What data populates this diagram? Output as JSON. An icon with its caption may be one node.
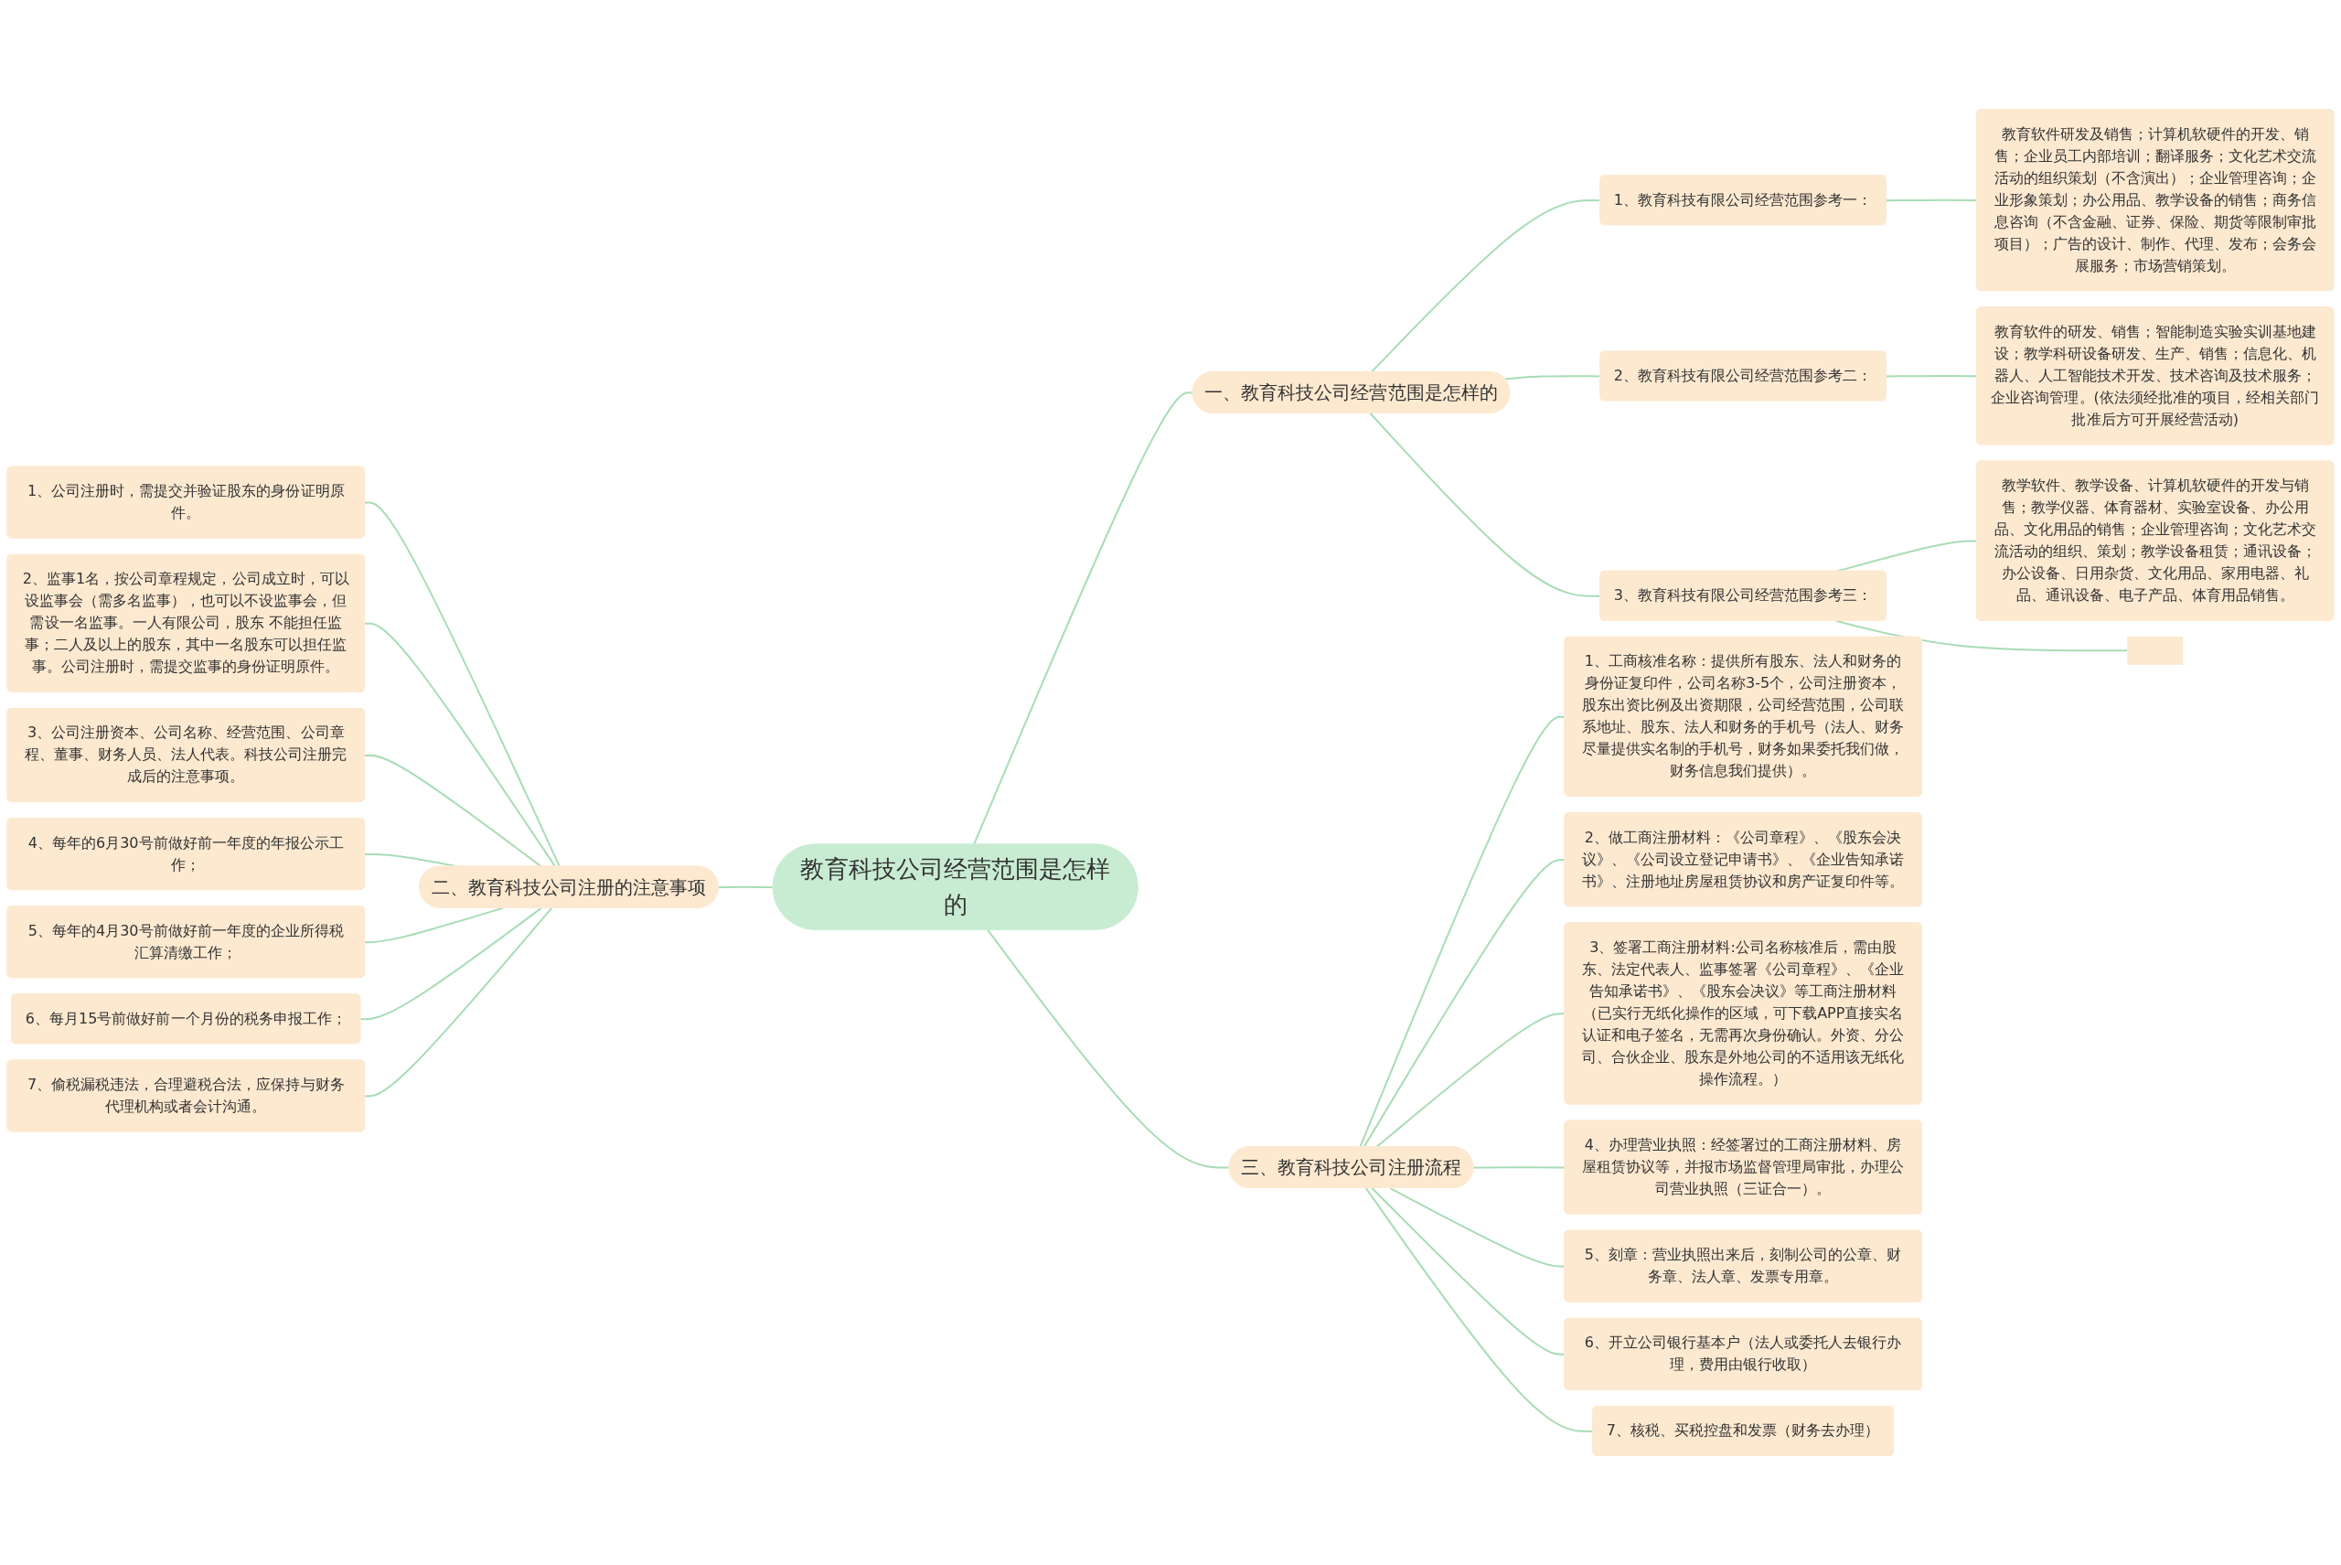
{
  "diagram": {
    "nodes": [
      {
        "text": [
          "教育科技公司经营范围是怎样的"
        ]
      },
      {
        "text": [
          "一、教育科技公司经营范围是怎样的"
        ]
      },
      {
        "text": [
          "1、教育科技有限公司经营范围参考一："
        ]
      },
      {
        "text": [
          "教育软件研发及销售；计算机软硬件的开发、销售；企业员工内部培训；翻译服务；文化艺术交流活动的组织策划（不含演出）；企业管理咨询；企业形象策划；办公用品、教学设备的销售；商务信息咨询（不含金融、证券、保险、期货等限制审批项目）；广告的设计、制作、代理、发布；会务会展服务；市场营销策划。"
        ]
      },
      {
        "text": [
          "2、教育科技有限公司经营范围参考二："
        ]
      },
      {
        "text": [
          "教育软件的研发、销售；智能制造实验实训基地建设；教学科研设备研发、生产、销售；信息化、机器人、人工智能技术开发、技术咨询及技术服务；企业咨询管理。(依法须经批准的项目，经相关部门批准后方可开展经营活动)"
        ]
      },
      {
        "text": [
          "3、教育科技有限公司经营范围参考三："
        ]
      },
      {
        "text": [
          "教学软件、教学设备、计算机软硬件的开发与销售；教学仪器、体育器材、实验室设备、办公用品、文化用品的销售；企业管理咨询；文化艺术交流活动的组织、策划；教学设备租赁；通讯设备；办公设备、日用杂货、文化用品、家用电器、礼品、通讯设备、电子产品、体育用品销售。"
        ]
      },
      {
        "text": [],
        "shape": "box"
      },
      {
        "text": [
          "二、教育科技公司注册的注意事项"
        ]
      },
      {
        "text": [
          "1、公司注册时，需提交并验证股东的身份证明原件。"
        ]
      },
      {
        "text": [
          "2、监事1名，按公司章程规定，公司成立时，可以设监事会（需多名监事），也可以不设监事会，但需设一名监事。一人有限公司，股东 不能担任监事；二人及以上的股东，其中一名股东可以担任监事。公司注册时，需提交监事的身份证明原件。"
        ]
      },
      {
        "text": [
          "3、公司注册资本、公司名称、经营范围、公司章程、董事、财务人员、法人代表。科技公司注册完成后的注意事项。"
        ]
      },
      {
        "text": [
          "4、每年的6月30号前做好前一年度的年报公示工作；"
        ]
      },
      {
        "text": [
          "5、每年的4月30号前做好前一年度的企业所得税汇算清缴工作；"
        ]
      },
      {
        "text": [
          "6、每月15号前做好前一个月份的税务申报工作；"
        ]
      },
      {
        "text": [
          "7、偷税漏税违法，合理避税合法，应保持与财务代理机构或者会计沟通。"
        ]
      },
      {
        "text": [
          "三、教育科技公司注册流程"
        ]
      },
      {
        "text": [
          "1、工商核准名称：提供所有股东、法人和财务的身份证复印件，公司名称3-5个，公司注册资本，股东出资比例及出资期限，公司经营范围，公司联系地址、股东、法人和财务的手机号（法人、财务尽量提供实名制的手机号，财务如果委托我们做，财务信息我们提供）。"
        ]
      },
      {
        "text": [
          "2、做工商注册材料：《公司章程》、《股东会决议》、《公司设立登记申请书》、《企业告知承诺书》、注册地址房屋租赁协议和房产证复印件等。"
        ]
      },
      {
        "text": [
          "3、签署工商注册材料:公司名称核准后，需由股东、法定代表人、监事签署《公司章程》、《企业告知承诺书》、《股东会决议》等工商注册材料（已实行无纸化操作的区域，可下载APP直接实名认证和电子签名，无需再次身份确认。外资、分公司、合伙企业、股东是外地公司的不适用该无纸化操作流程。）"
        ]
      },
      {
        "text": [
          "4、办理营业执照：经签署过的工商注册材料、房屋租赁协议等，并报市场监督管理局审批，办理公司营业执照（三证合一）。"
        ]
      },
      {
        "text": [
          "5、刻章：营业执照出来后，刻制公司的公章、财务章、法人章、发票专用章。"
        ]
      },
      {
        "text": [
          "6、开立公司银行基本户（法人或委托人去银行办理，费用由银行收取）"
        ]
      },
      {
        "text": [
          "7、核税、买税控盘和发票（财务去办理）"
        ]
      }
    ],
    "edges": [
      {
        "from": 0,
        "to": 1,
        "arrow": "none"
      },
      {
        "from": 1,
        "to": 2,
        "arrow": "none"
      },
      {
        "from": 2,
        "to": 3,
        "arrow": "none"
      },
      {
        "from": 1,
        "to": 4,
        "arrow": "none"
      },
      {
        "from": 4,
        "to": 5,
        "arrow": "none"
      },
      {
        "from": 1,
        "to": 6,
        "arrow": "none"
      },
      {
        "from": 6,
        "to": 7,
        "arrow": "none"
      },
      {
        "from": 6,
        "to": 8,
        "arrow": "none"
      },
      {
        "from": 0,
        "to": 9,
        "arrow": "none"
      },
      {
        "from": 9,
        "to": 10,
        "arrow": "none"
      },
      {
        "from": 9,
        "to": 11,
        "arrow": "none"
      },
      {
        "from": 9,
        "to": 12,
        "arrow": "none"
      },
      {
        "from": 9,
        "to": 13,
        "arrow": "none"
      },
      {
        "from": 9,
        "to": 14,
        "arrow": "none"
      },
      {
        "from": 9,
        "to": 15,
        "arrow": "none"
      },
      {
        "from": 9,
        "to": 16,
        "arrow": "none"
      },
      {
        "from": 0,
        "to": 17,
        "arrow": "none"
      },
      {
        "from": 17,
        "to": 18,
        "arrow": "none"
      },
      {
        "from": 17,
        "to": 19,
        "arrow": "none"
      },
      {
        "from": 17,
        "to": 20,
        "arrow": "none"
      },
      {
        "from": 17,
        "to": 21,
        "arrow": "none"
      },
      {
        "from": 17,
        "to": 22,
        "arrow": "none"
      },
      {
        "from": 17,
        "to": 23,
        "arrow": "none"
      },
      {
        "from": 17,
        "to": 24,
        "arrow": "none"
      }
    ]
  }
}
